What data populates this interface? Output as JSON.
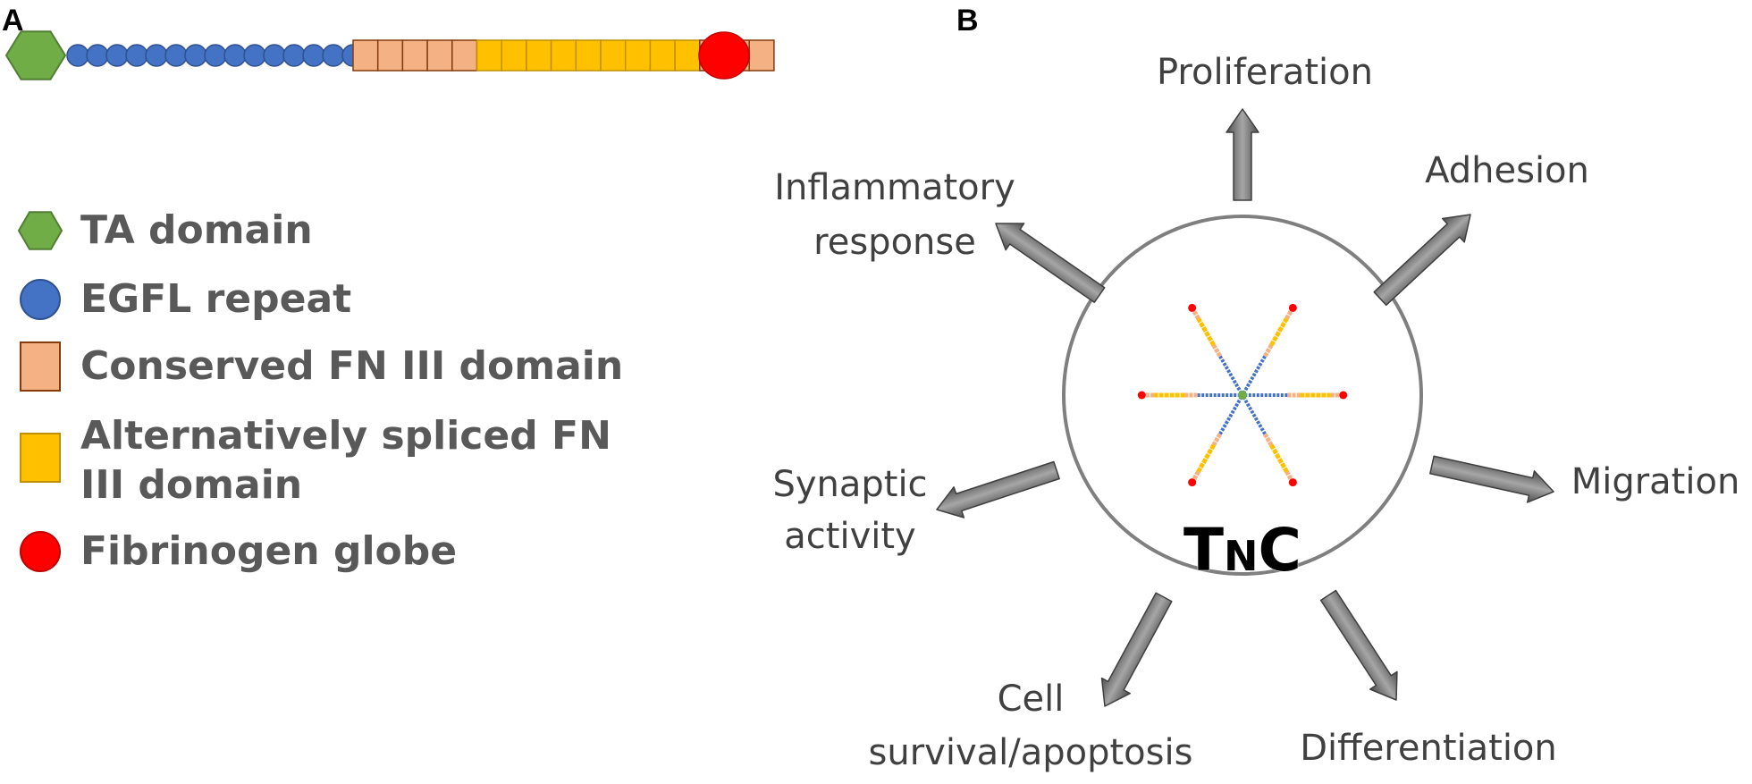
{
  "panels": {
    "a": "A",
    "b": "B"
  },
  "legend": [
    {
      "shape": "hexagon",
      "color": "#70AD47",
      "stroke": "#507E32",
      "label_lines": [
        "TA domain"
      ]
    },
    {
      "shape": "circle",
      "color": "#4472C4",
      "stroke": "#2F528F",
      "label_lines": [
        "EGFL repeat"
      ]
    },
    {
      "shape": "square",
      "color": "#F4B183",
      "stroke": "#843C0C",
      "label_lines": [
        "Conserved FN III domain"
      ]
    },
    {
      "shape": "square",
      "color": "#FFC000",
      "stroke": "#BF9000",
      "label_lines": [
        "Alternatively spliced FN",
        "III domain"
      ]
    },
    {
      "shape": "circle",
      "color": "#FF0000",
      "stroke": "#C00000",
      "label_lines": [
        "Fibrinogen globe"
      ]
    }
  ],
  "molecule": {
    "egfl_repeats": 15,
    "conserved_fn_first": 5,
    "alt_spliced_fn": 9,
    "conserved_fn_last": 3
  },
  "center": {
    "label_big": "T",
    "label_small": "N",
    "label_end": "C",
    "arm_count": 6
  },
  "functions": [
    {
      "id": "proliferation",
      "lines": [
        "Proliferation"
      ]
    },
    {
      "id": "adhesion",
      "lines": [
        "Adhesion"
      ]
    },
    {
      "id": "migration",
      "lines": [
        "Migration"
      ]
    },
    {
      "id": "differentiation",
      "lines": [
        "Differentiation"
      ]
    },
    {
      "id": "cell-survival",
      "lines": [
        "Cell",
        "survival/apoptosis"
      ]
    },
    {
      "id": "synaptic-activity",
      "lines": [
        "Synaptic",
        "activity"
      ]
    },
    {
      "id": "inflammatory-response",
      "lines": [
        "Inflammatory",
        "response"
      ]
    }
  ],
  "colors": {
    "ta": "#70AD47",
    "ta_dark": "#507E32",
    "egfl": "#4472C4",
    "egfl_dark": "#2F528F",
    "fn_conserved": "#F4B183",
    "fn_conserved_dark": "#843C0C",
    "fn_alt": "#FFC000",
    "fn_alt_dark": "#BF9000",
    "fibrinogen": "#FF0000",
    "fibrinogen_dark": "#C00000",
    "circle_stroke": "#7F7F7F",
    "arrow_fill": "#808080",
    "arrow_dark": "#3F3F3F"
  }
}
